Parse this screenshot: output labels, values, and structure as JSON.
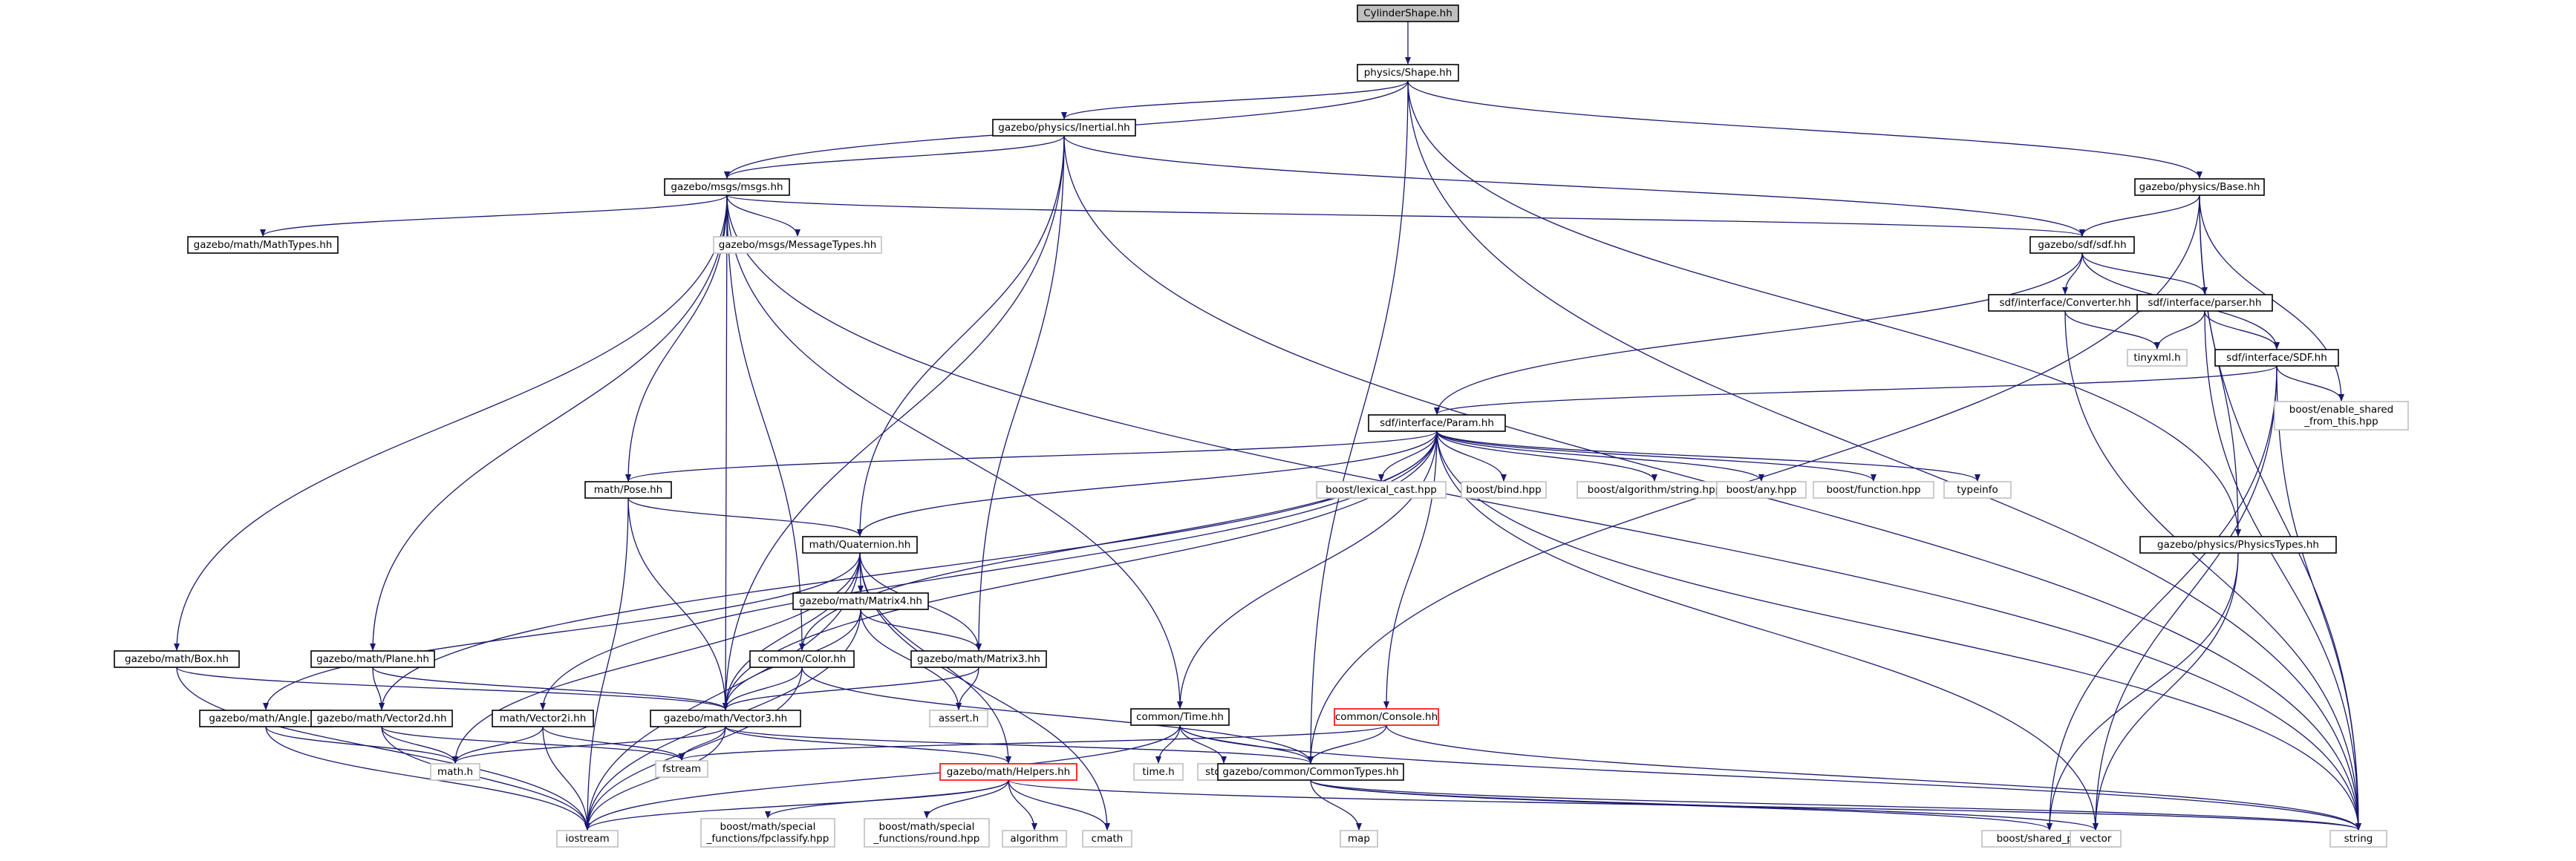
{
  "colors": {
    "edge": "#191970",
    "root_fill": "#bfbfbf",
    "local_border": "#000000",
    "external_border": "#bfbfbf",
    "warn_border": "#ff0000"
  },
  "nodes": [
    {
      "id": "cylinder_shape",
      "label": [
        "CylinderShape.hh"
      ],
      "kind": "root"
    },
    {
      "id": "physics_shape",
      "label": [
        "physics/Shape.hh"
      ],
      "kind": "local"
    },
    {
      "id": "physics_inertial",
      "label": [
        "gazebo/physics/Inertial.hh"
      ],
      "kind": "local"
    },
    {
      "id": "msgs",
      "label": [
        "gazebo/msgs/msgs.hh"
      ],
      "kind": "local"
    },
    {
      "id": "physics_base",
      "label": [
        "gazebo/physics/Base.hh"
      ],
      "kind": "local"
    },
    {
      "id": "math_types",
      "label": [
        "gazebo/math/MathTypes.hh"
      ],
      "kind": "local"
    },
    {
      "id": "message_types",
      "label": [
        "gazebo/msgs/MessageTypes.hh"
      ],
      "kind": "external"
    },
    {
      "id": "sdf",
      "label": [
        "gazebo/sdf/sdf.hh"
      ],
      "kind": "local"
    },
    {
      "id": "converter",
      "label": [
        "sdf/interface/Converter.hh"
      ],
      "kind": "local"
    },
    {
      "id": "parser",
      "label": [
        "sdf/interface/parser.hh"
      ],
      "kind": "local"
    },
    {
      "id": "tinyxml",
      "label": [
        "tinyxml.h"
      ],
      "kind": "external"
    },
    {
      "id": "sdf_sdf",
      "label": [
        "sdf/interface/SDF.hh"
      ],
      "kind": "local"
    },
    {
      "id": "enable_shared",
      "label": [
        "boost/enable_shared",
        "_from_this.hpp"
      ],
      "kind": "external"
    },
    {
      "id": "param",
      "label": [
        "sdf/interface/Param.hh"
      ],
      "kind": "local"
    },
    {
      "id": "math_pose",
      "label": [
        "math/Pose.hh"
      ],
      "kind": "local"
    },
    {
      "id": "lexical_cast",
      "label": [
        "boost/lexical_cast.hpp"
      ],
      "kind": "external"
    },
    {
      "id": "boost_bind",
      "label": [
        "boost/bind.hpp"
      ],
      "kind": "external"
    },
    {
      "id": "algo_string",
      "label": [
        "boost/algorithm/string.hpp"
      ],
      "kind": "external"
    },
    {
      "id": "boost_any",
      "label": [
        "boost/any.hpp"
      ],
      "kind": "external"
    },
    {
      "id": "boost_function",
      "label": [
        "boost/function.hpp"
      ],
      "kind": "external"
    },
    {
      "id": "typeinfo",
      "label": [
        "typeinfo"
      ],
      "kind": "external"
    },
    {
      "id": "quaternion",
      "label": [
        "math/Quaternion.hh"
      ],
      "kind": "local"
    },
    {
      "id": "physics_types",
      "label": [
        "gazebo/physics/PhysicsTypes.hh"
      ],
      "kind": "local"
    },
    {
      "id": "matrix4",
      "label": [
        "gazebo/math/Matrix4.hh"
      ],
      "kind": "local"
    },
    {
      "id": "math_box",
      "label": [
        "gazebo/math/Box.hh"
      ],
      "kind": "local"
    },
    {
      "id": "math_plane",
      "label": [
        "gazebo/math/Plane.hh"
      ],
      "kind": "local"
    },
    {
      "id": "common_color",
      "label": [
        "common/Color.hh"
      ],
      "kind": "local"
    },
    {
      "id": "matrix3",
      "label": [
        "gazebo/math/Matrix3.hh"
      ],
      "kind": "local"
    },
    {
      "id": "common_time",
      "label": [
        "common/Time.hh"
      ],
      "kind": "local"
    },
    {
      "id": "common_console",
      "label": [
        "common/Console.hh"
      ],
      "kind": "warn"
    },
    {
      "id": "math_angle",
      "label": [
        "gazebo/math/Angle.hh"
      ],
      "kind": "local"
    },
    {
      "id": "vector2d",
      "label": [
        "gazebo/math/Vector2d.hh"
      ],
      "kind": "local"
    },
    {
      "id": "vector2i",
      "label": [
        "math/Vector2i.hh"
      ],
      "kind": "local"
    },
    {
      "id": "vector3",
      "label": [
        "gazebo/math/Vector3.hh"
      ],
      "kind": "local"
    },
    {
      "id": "assert_h",
      "label": [
        "assert.h"
      ],
      "kind": "external"
    },
    {
      "id": "fstream",
      "label": [
        "fstream"
      ],
      "kind": "external"
    },
    {
      "id": "math_h",
      "label": [
        "math.h"
      ],
      "kind": "external"
    },
    {
      "id": "time_h",
      "label": [
        "time.h"
      ],
      "kind": "external"
    },
    {
      "id": "stdlib_h",
      "label": [
        "stdlib.h"
      ],
      "kind": "external"
    },
    {
      "id": "common_types",
      "label": [
        "gazebo/common/CommonTypes.hh"
      ],
      "kind": "local"
    },
    {
      "id": "helpers",
      "label": [
        "gazebo/math/Helpers.hh"
      ],
      "kind": "warn"
    },
    {
      "id": "iostream",
      "label": [
        "iostream"
      ],
      "kind": "external"
    },
    {
      "id": "fpclassify",
      "label": [
        "boost/math/special",
        "_functions/fpclassify.hpp"
      ],
      "kind": "external"
    },
    {
      "id": "round_hpp",
      "label": [
        "boost/math/special",
        "_functions/round.hpp"
      ],
      "kind": "external"
    },
    {
      "id": "algorithm",
      "label": [
        "algorithm"
      ],
      "kind": "external"
    },
    {
      "id": "cmath",
      "label": [
        "cmath"
      ],
      "kind": "external"
    },
    {
      "id": "map",
      "label": [
        "map"
      ],
      "kind": "external"
    },
    {
      "id": "shared_ptr",
      "label": [
        "boost/shared_ptr.hpp"
      ],
      "kind": "external"
    },
    {
      "id": "vector",
      "label": [
        "vector"
      ],
      "kind": "external"
    },
    {
      "id": "string",
      "label": [
        "string"
      ],
      "kind": "external"
    }
  ],
  "edges": [
    [
      "cylinder_shape",
      "physics_shape"
    ],
    [
      "physics_shape",
      "physics_inertial"
    ],
    [
      "physics_shape",
      "msgs"
    ],
    [
      "physics_shape",
      "physics_base"
    ],
    [
      "physics_shape",
      "common_types"
    ],
    [
      "physics_shape",
      "physics_types"
    ],
    [
      "physics_shape",
      "string"
    ],
    [
      "physics_inertial",
      "msgs"
    ],
    [
      "physics_inertial",
      "sdf"
    ],
    [
      "physics_inertial",
      "quaternion"
    ],
    [
      "physics_inertial",
      "matrix3"
    ],
    [
      "physics_inertial",
      "vector3"
    ],
    [
      "physics_inertial",
      "string"
    ],
    [
      "msgs",
      "math_types"
    ],
    [
      "msgs",
      "message_types"
    ],
    [
      "msgs",
      "sdf"
    ],
    [
      "msgs",
      "math_pose"
    ],
    [
      "msgs",
      "math_box"
    ],
    [
      "msgs",
      "math_plane"
    ],
    [
      "msgs",
      "vector3"
    ],
    [
      "msgs",
      "common_color"
    ],
    [
      "msgs",
      "common_time"
    ],
    [
      "msgs",
      "string"
    ],
    [
      "physics_base",
      "sdf"
    ],
    [
      "physics_base",
      "common_types"
    ],
    [
      "physics_base",
      "enable_shared"
    ],
    [
      "physics_base",
      "physics_types"
    ],
    [
      "physics_base",
      "string"
    ],
    [
      "sdf",
      "converter"
    ],
    [
      "sdf",
      "parser"
    ],
    [
      "sdf",
      "sdf_sdf"
    ],
    [
      "sdf",
      "param"
    ],
    [
      "converter",
      "tinyxml"
    ],
    [
      "converter",
      "string"
    ],
    [
      "parser",
      "tinyxml"
    ],
    [
      "parser",
      "sdf_sdf"
    ],
    [
      "parser",
      "string"
    ],
    [
      "sdf_sdf",
      "param"
    ],
    [
      "sdf_sdf",
      "enable_shared"
    ],
    [
      "sdf_sdf",
      "shared_ptr"
    ],
    [
      "sdf_sdf",
      "vector"
    ],
    [
      "sdf_sdf",
      "string"
    ],
    [
      "param",
      "math_pose"
    ],
    [
      "param",
      "lexical_cast"
    ],
    [
      "param",
      "boost_bind"
    ],
    [
      "param",
      "algo_string"
    ],
    [
      "param",
      "boost_any"
    ],
    [
      "param",
      "boost_function"
    ],
    [
      "param",
      "typeinfo"
    ],
    [
      "param",
      "quaternion"
    ],
    [
      "param",
      "common_color"
    ],
    [
      "param",
      "common_time"
    ],
    [
      "param",
      "common_console"
    ],
    [
      "param",
      "vector2d"
    ],
    [
      "param",
      "vector2i"
    ],
    [
      "param",
      "vector3"
    ],
    [
      "param",
      "vector"
    ],
    [
      "param",
      "string"
    ],
    [
      "math_pose",
      "quaternion"
    ],
    [
      "math_pose",
      "vector3"
    ],
    [
      "math_pose",
      "iostream"
    ],
    [
      "quaternion",
      "matrix4"
    ],
    [
      "quaternion",
      "matrix3"
    ],
    [
      "quaternion",
      "math_angle"
    ],
    [
      "quaternion",
      "vector3"
    ],
    [
      "quaternion",
      "helpers"
    ],
    [
      "quaternion",
      "math_h"
    ],
    [
      "quaternion",
      "iostream"
    ],
    [
      "quaternion",
      "cmath"
    ],
    [
      "matrix4",
      "matrix3"
    ],
    [
      "matrix4",
      "vector3"
    ],
    [
      "matrix4",
      "assert_h"
    ],
    [
      "matrix4",
      "iostream"
    ],
    [
      "matrix3",
      "vector3"
    ],
    [
      "matrix3",
      "assert_h"
    ],
    [
      "physics_types",
      "shared_ptr"
    ],
    [
      "physics_types",
      "vector"
    ],
    [
      "math_box",
      "vector3"
    ],
    [
      "math_box",
      "iostream"
    ],
    [
      "math_plane",
      "vector2d"
    ],
    [
      "math_plane",
      "vector3"
    ],
    [
      "common_color",
      "vector3"
    ],
    [
      "common_color",
      "common_types"
    ],
    [
      "common_color",
      "iostream"
    ],
    [
      "common_time",
      "common_types"
    ],
    [
      "common_time",
      "time_h"
    ],
    [
      "common_time",
      "stdlib_h"
    ],
    [
      "common_time",
      "iostream"
    ],
    [
      "common_time",
      "string"
    ],
    [
      "common_console",
      "common_types"
    ],
    [
      "common_console",
      "fstream"
    ],
    [
      "common_console",
      "string"
    ],
    [
      "math_angle",
      "math_h"
    ],
    [
      "math_angle",
      "iostream"
    ],
    [
      "vector2d",
      "math_h"
    ],
    [
      "vector2d",
      "iostream"
    ],
    [
      "vector2d",
      "fstream"
    ],
    [
      "vector2i",
      "math_h"
    ],
    [
      "vector2i",
      "iostream"
    ],
    [
      "vector2i",
      "fstream"
    ],
    [
      "vector3",
      "helpers"
    ],
    [
      "vector3",
      "math_h"
    ],
    [
      "vector3",
      "iostream"
    ],
    [
      "vector3",
      "fstream"
    ],
    [
      "vector3",
      "common_types"
    ],
    [
      "common_types",
      "map"
    ],
    [
      "common_types",
      "shared_ptr"
    ],
    [
      "common_types",
      "vector"
    ],
    [
      "common_types",
      "string"
    ],
    [
      "helpers",
      "iostream"
    ],
    [
      "helpers",
      "fpclassify"
    ],
    [
      "helpers",
      "round_hpp"
    ],
    [
      "helpers",
      "algorithm"
    ],
    [
      "helpers",
      "cmath"
    ],
    [
      "helpers",
      "string"
    ]
  ]
}
